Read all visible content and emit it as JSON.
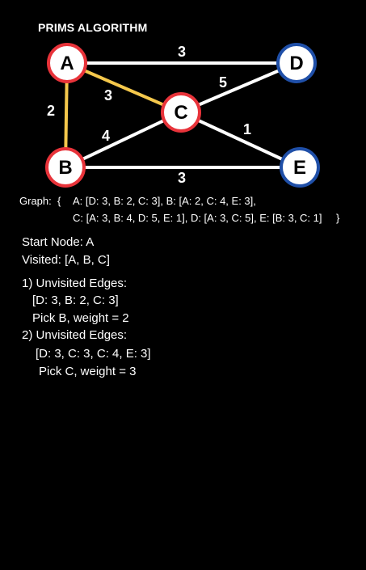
{
  "title": "PRIMS ALGORITHM",
  "graph": {
    "nodes": [
      {
        "id": "A",
        "label": "A",
        "status": "visited"
      },
      {
        "id": "B",
        "label": "B",
        "status": "visited"
      },
      {
        "id": "C",
        "label": "C",
        "status": "visited"
      },
      {
        "id": "D",
        "label": "D",
        "status": "unvisited"
      },
      {
        "id": "E",
        "label": "E",
        "status": "unvisited"
      }
    ],
    "edges": [
      {
        "from": "A",
        "to": "D",
        "weight": "3",
        "highlighted": false
      },
      {
        "from": "A",
        "to": "B",
        "weight": "2",
        "highlighted": true
      },
      {
        "from": "A",
        "to": "C",
        "weight": "3",
        "highlighted": true
      },
      {
        "from": "C",
        "to": "D",
        "weight": "5",
        "highlighted": false
      },
      {
        "from": "B",
        "to": "C",
        "weight": "4",
        "highlighted": false
      },
      {
        "from": "C",
        "to": "E",
        "weight": "1",
        "highlighted": false
      },
      {
        "from": "B",
        "to": "E",
        "weight": "3",
        "highlighted": false
      }
    ]
  },
  "colors": {
    "background": "#000000",
    "visited_border": "#e8333a",
    "unvisited_border": "#1f4fa8",
    "node_fill": "#ffffff",
    "edge": "#ffffff",
    "highlight_edge": "#f5c84c",
    "text": "#ffffff"
  },
  "adjacency": {
    "prefix": "Graph:  {",
    "line1": "A: [D: 3, B: 2, C: 3], B: [A: 2, C: 4, E: 3],",
    "line2": "C: [A: 3, B: 4, D: 5, E: 1], D: [A: 3, C: 5], E: [B: 3, C: 1]",
    "suffix": "}"
  },
  "steps": {
    "start_node": "Start Node: A",
    "visited": "Visited: [A, B, C]",
    "step1_title": "1) Unvisited Edges:",
    "step1_edges": "[D: 3, B: 2, C: 3]",
    "step1_pick": "Pick B, weight = 2",
    "step2_title": "2) Unvisited Edges:",
    "step2_edges": "[D: 3, C: 3, C: 4, E: 3]",
    "step2_pick": "Pick C, weight = 3"
  }
}
